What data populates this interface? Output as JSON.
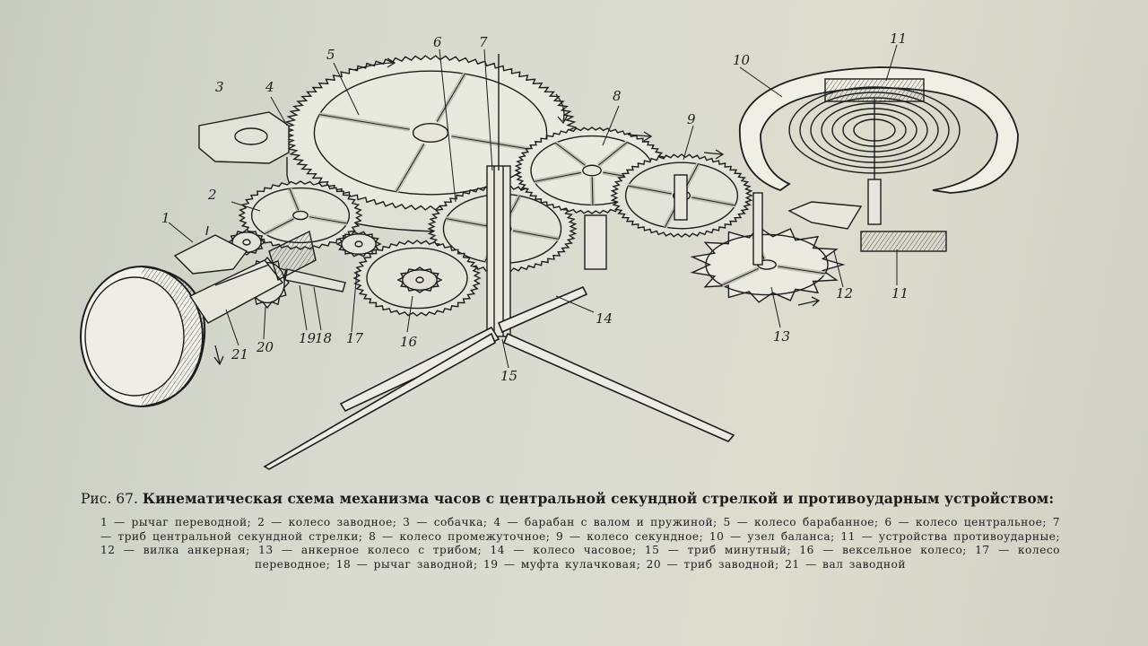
{
  "figure": {
    "number_label": "Рис. 67.",
    "title": "Кинематическая схема механизма часов с центральной секундной стрелкой и противоударным устройством:"
  },
  "legend_text": "1 — рычаг переводной; 2 — колесо заводное; 3 — собачка; 4 — барабан с валом и пружиной; 5 — колесо барабанное; 6 — колесо центральное; 7 — триб центральной секундной стрелки; 8 — колесо промежуточное; 9 — колесо секундное; 10 — узел баланса; 11 — устройства противоударные; 12 — вилка анкерная; 13 — анкерное колесо с трибом; 14 — колесо часовое; 15 — триб минутный; 16 — вексельное колесо; 17 — колесо переводное; 18 — рычаг заводной; 19 — муфта кулачковая; 20 — триб заводной; 21 — вал заводной",
  "callouts": [
    "1",
    "2",
    "3",
    "4",
    "5",
    "6",
    "7",
    "8",
    "9",
    "10",
    "11",
    "11",
    "12",
    "13",
    "14",
    "15",
    "16",
    "17",
    "18",
    "19",
    "20",
    "21"
  ],
  "colors": {
    "ink": "#1d1d1d",
    "paper": "#d6d8cc"
  }
}
